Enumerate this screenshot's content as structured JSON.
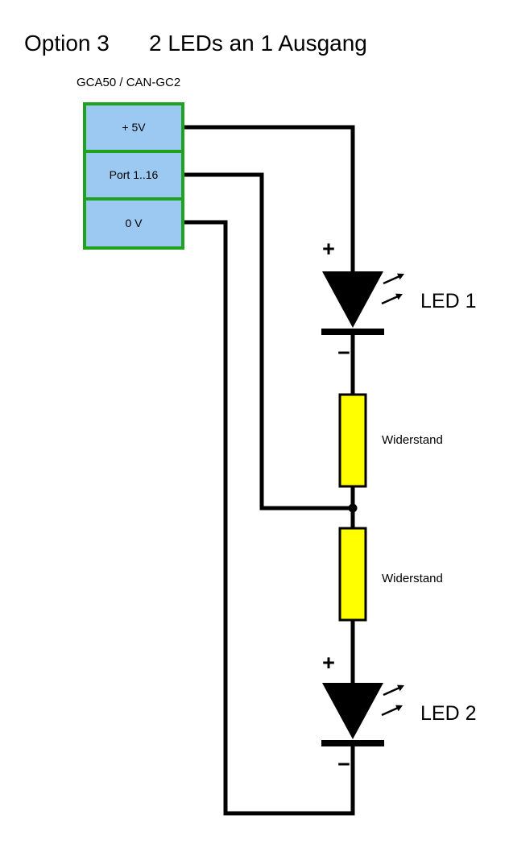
{
  "title": {
    "option": "Option 3",
    "main": "2 LEDs an 1 Ausgang"
  },
  "module": {
    "label": "GCA50 / CAN-GC2",
    "terminals": [
      {
        "label": "+ 5V"
      },
      {
        "label": "Port 1..16"
      },
      {
        "label": "0 V"
      }
    ]
  },
  "leds": [
    {
      "label": "LED 1",
      "plus": "+",
      "minus": "−"
    },
    {
      "label": "LED 2",
      "plus": "+",
      "minus": "−"
    }
  ],
  "resistors": [
    {
      "label": "Widerstand"
    },
    {
      "label": "Widerstand"
    }
  ],
  "colors": {
    "module_border": "#1FA31F",
    "terminal_fill": "#9CC9F2",
    "resistor_fill": "#FFFF00",
    "resistor_border": "#000000",
    "wire": "#000000",
    "led_fill": "#000000",
    "polarity": "#FF0000",
    "text": "#000000"
  }
}
